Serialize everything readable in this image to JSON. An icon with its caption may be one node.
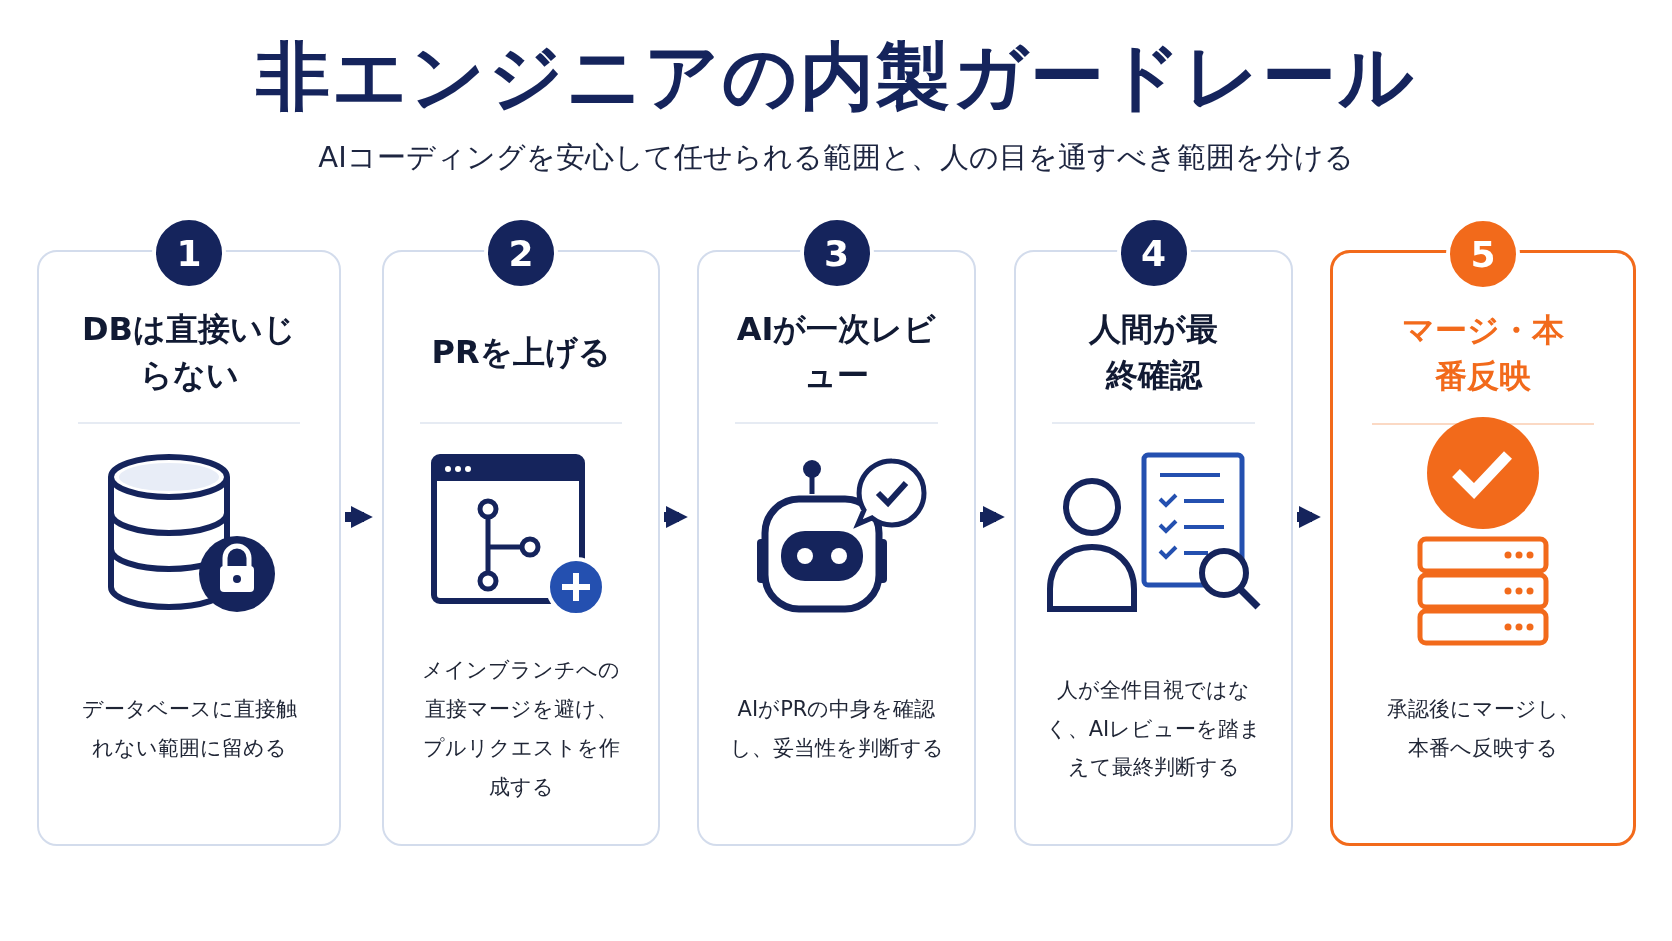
{
  "diagram": {
    "title": "非エンジニアの内製ガードレール",
    "caption": "AIコーディングを安心して任せられる範囲と、人の目を通すべき範囲を分ける",
    "nodes": [
      {
        "text": [
          "1",
          "DBは直接いじらない",
          "データベースに直接触れない範囲に留める"
        ]
      },
      {
        "text": [
          "2",
          "PRを上げる",
          "メインブランチへの直接マージを避け、プルリクエストを作成する"
        ]
      },
      {
        "text": [
          "3",
          "AIが一次レビュー",
          "AIがPRの中身を確認し、妥当性を判断する"
        ]
      },
      {
        "text": [
          "4",
          "人間が最終確認",
          "人が全件目視ではなく、AIレビューを踏まえて最終判断する"
        ]
      },
      {
        "text": [
          "5",
          "マージ・本番反映",
          "承認後にマージし、本番へ反映する"
        ]
      }
    ],
    "edges": [
      {
        "from": 0,
        "to": 1,
        "arrow": "to"
      },
      {
        "from": 1,
        "to": 2,
        "arrow": "to"
      },
      {
        "from": 2,
        "to": 3,
        "arrow": "to"
      },
      {
        "from": 3,
        "to": 4,
        "arrow": "to"
      }
    ]
  }
}
